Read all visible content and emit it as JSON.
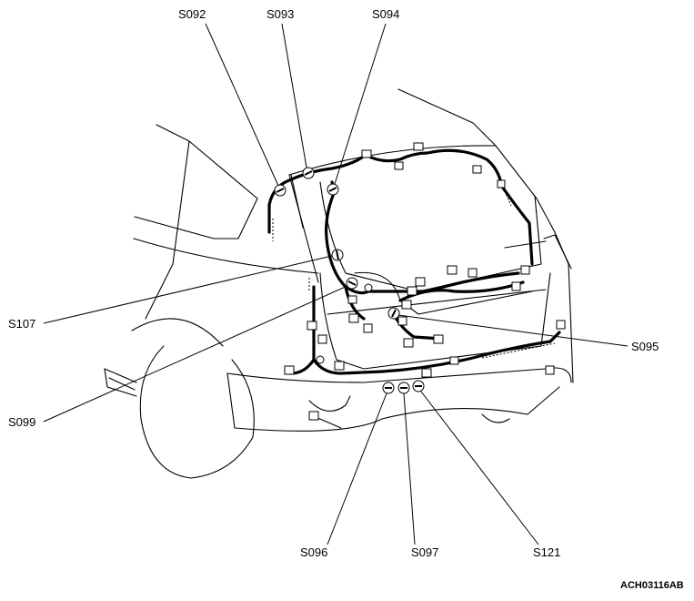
{
  "labels": {
    "s092": "S092",
    "s093": "S093",
    "s094": "S094",
    "s107": "S107",
    "s099": "S099",
    "s095": "S095",
    "s096": "S096",
    "s097": "S097",
    "s121": "S121"
  },
  "figure_code": "ACH03116AB"
}
